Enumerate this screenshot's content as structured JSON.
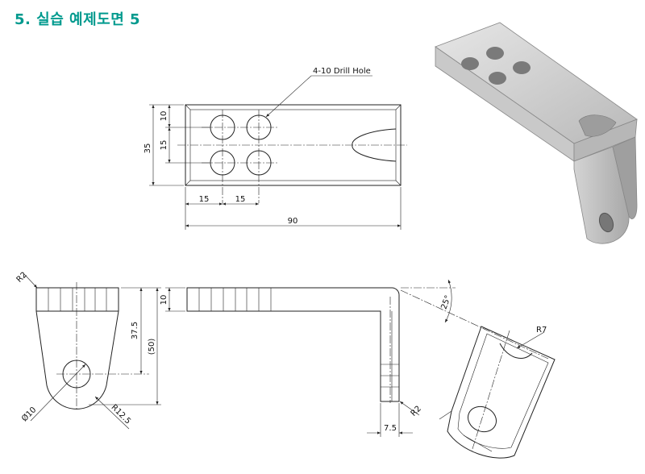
{
  "title": "5. 실습 예제도면 5",
  "top_view": {
    "callout": "4-10 Drill Hole",
    "dim_overall_length": "90",
    "dim_overall_width": "35",
    "dim_hole_offset_x1": "15",
    "dim_hole_pitch_x": "15",
    "dim_hole_offset_y1": "10",
    "dim_hole_pitch_y": "15"
  },
  "side_view": {
    "radius_top": "R2",
    "dim_hole_height": "37.5",
    "dim_total_height": "(50)",
    "hole_dia": "Ø10",
    "radius_bottom": "R12.5"
  },
  "front_view": {
    "dim_thickness": "10",
    "dim_leg_thickness": "7.5",
    "radius_inner": "R2"
  },
  "aux_view": {
    "angle": "25°",
    "radius_notch": "R7"
  },
  "colors": {
    "title": "#009a8e",
    "lines": "#222222",
    "model": "#c8c8c8"
  }
}
